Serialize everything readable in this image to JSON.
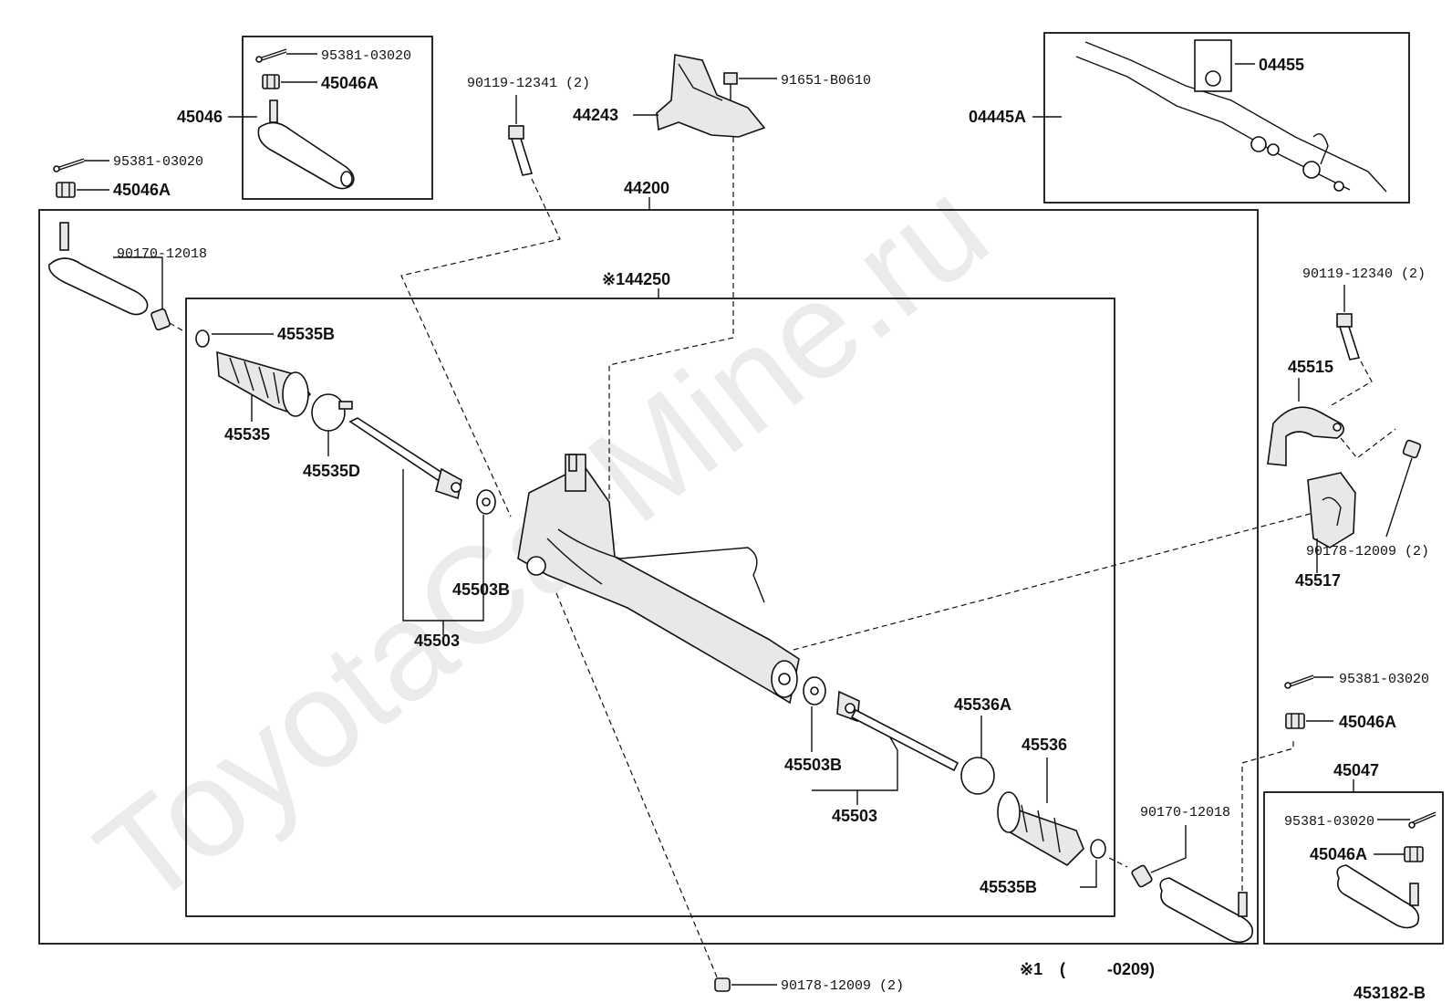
{
  "watermark": "ToyotaCarMine.ru",
  "diagram_id": "453182-B",
  "footnote": {
    "mark": "※1",
    "open": "(",
    "range": "-0209)"
  },
  "labels": {
    "p45046": "45046",
    "p95381_tl_box": "95381-03020",
    "p45046A_tl_box": "45046A",
    "p95381_left": "95381-03020",
    "p45046A_left": "45046A",
    "p90119_12341": "90119-12341 (2)",
    "p91651": "91651-B0610",
    "p44243": "44243",
    "p04445A": "04445A",
    "p04455": "04455",
    "p44200": "44200",
    "p144250": "※144250",
    "p90170_left": "90170-12018",
    "p45535B_top": "45535B",
    "p45535": "45535",
    "p45535D": "45535D",
    "p45503B_top": "45503B",
    "p45503_top": "45503",
    "p90119_12340": "90119-12340 (2)",
    "p45515": "45515",
    "p90178_right": "90178-12009 (2)",
    "p45517": "45517",
    "p95381_right": "95381-03020",
    "p45046A_right": "45046A",
    "p45047": "45047",
    "p95381_br_box": "95381-03020",
    "p45046A_br_box": "45046A",
    "p45536A": "45536A",
    "p45536": "45536",
    "p45503B_bottom": "45503B",
    "p45503_bottom": "45503",
    "p90170_right": "90170-12018",
    "p45535B_bottom": "45535B",
    "p90178_bottom": "90178-12009 (2)"
  }
}
